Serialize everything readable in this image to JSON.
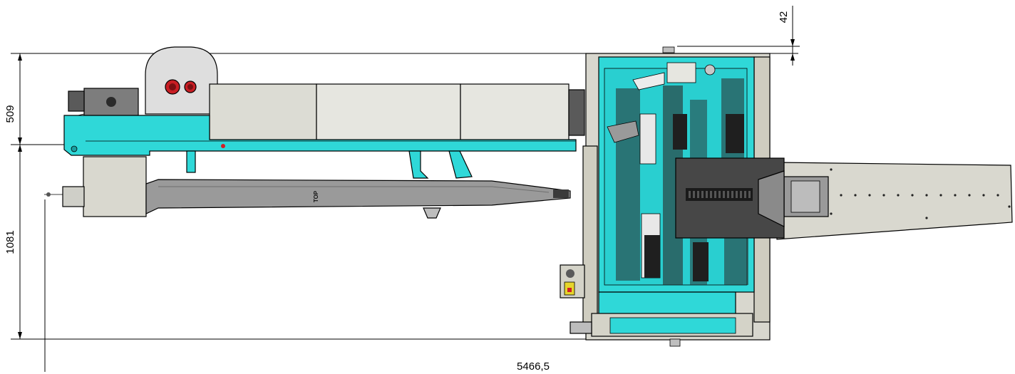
{
  "dimensions": {
    "top_gap": "42",
    "upper_height": "509",
    "lower_height": "1081",
    "total_length": "5466,5"
  },
  "labels": {
    "beam_marking": "TOP"
  },
  "colors": {
    "machine_teal": "#2fd8d8",
    "housing_grey": "#d9d8cf",
    "cover_grey": "#e6e6e0",
    "beam_grey": "#9a9a9a",
    "dark_parts": "#3a3a3a",
    "warning_red": "#d21f26",
    "warning_yellow": "#e6d52c"
  }
}
